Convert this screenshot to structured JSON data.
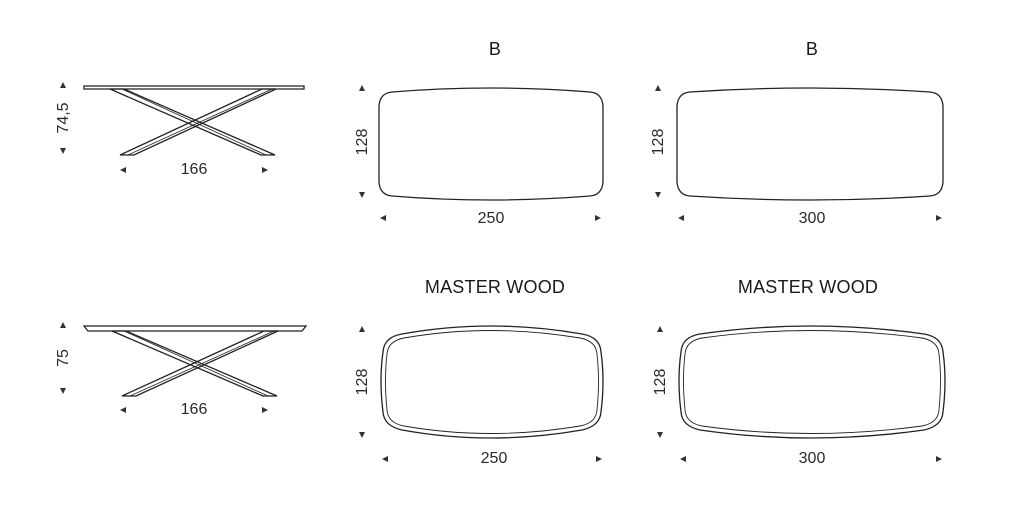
{
  "headers": {
    "top_mid": "B",
    "top_right": "B",
    "bottom_mid": "MASTER WOOD",
    "bottom_right": "MASTER WOOD"
  },
  "side_views": {
    "top": {
      "height": "74,5",
      "width": "166"
    },
    "bottom": {
      "height": "75",
      "width": "166"
    }
  },
  "plan_views": {
    "top_mid": {
      "depth": "128",
      "width": "250"
    },
    "top_right": {
      "depth": "128",
      "width": "300"
    },
    "bottom_mid": {
      "depth": "128",
      "width": "250"
    },
    "bottom_right": {
      "depth": "128",
      "width": "300"
    }
  },
  "colors": {
    "line": "#222222",
    "arrow": "#333333"
  }
}
